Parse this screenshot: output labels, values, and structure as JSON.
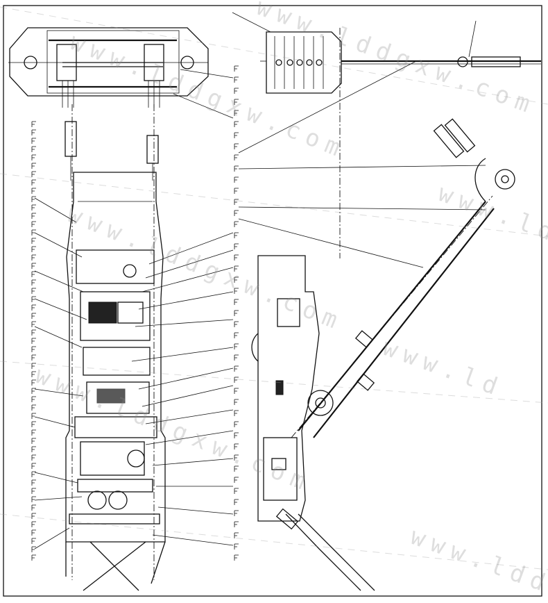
{
  "watermarks": [
    {
      "text": "www.lddgxw.com"
    },
    {
      "text": "www.lddgxw.com"
    },
    {
      "text": "www.lddgxw.com"
    },
    {
      "text": "www.lddgxw.com"
    },
    {
      "text": "www.ld"
    },
    {
      "text": "www.ld"
    },
    {
      "text": "www.ldd"
    }
  ],
  "colors": {
    "line": "#111111",
    "background": "#ffffff",
    "watermark": "#8a8a8a"
  }
}
